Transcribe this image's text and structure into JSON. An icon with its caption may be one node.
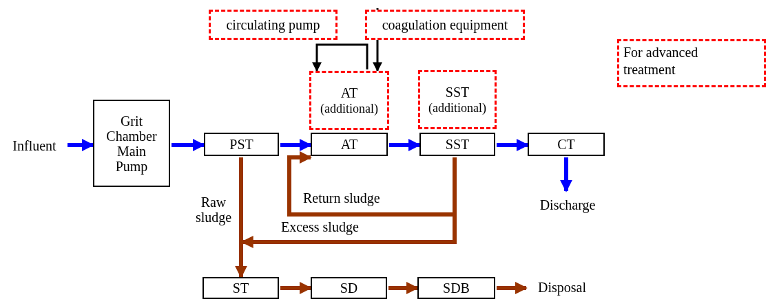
{
  "diagram": {
    "nodes": [
      {
        "text": [
          "Influent"
        ]
      },
      {
        "text": [
          "Grit Chamber Main Pump"
        ]
      },
      {
        "text": [
          "PST"
        ]
      },
      {
        "text": [
          "AT"
        ]
      },
      {
        "text": [
          "SST"
        ]
      },
      {
        "text": [
          "CT"
        ]
      },
      {
        "text": [
          "Discharge"
        ]
      },
      {
        "text": [
          "circulating pump"
        ]
      },
      {
        "text": [
          "coagulation equipment"
        ]
      },
      {
        "text": [
          "AT",
          "(additional)"
        ]
      },
      {
        "text": [
          "SST",
          "(additional)"
        ]
      },
      {
        "text": [
          "ST"
        ]
      },
      {
        "text": [
          "SD"
        ]
      },
      {
        "text": [
          "SDB"
        ]
      },
      {
        "text": [
          "Disposal"
        ]
      }
    ],
    "edges": [
      {
        "from": 0,
        "to": 1,
        "arrow": "to",
        "color": "#0000ff"
      },
      {
        "from": 1,
        "to": 2,
        "arrow": "to",
        "color": "#0000ff"
      },
      {
        "from": 2,
        "to": 3,
        "arrow": "to",
        "color": "#0000ff"
      },
      {
        "from": 3,
        "to": 4,
        "arrow": "to",
        "color": "#0000ff"
      },
      {
        "from": 4,
        "to": 5,
        "arrow": "to",
        "color": "#0000ff"
      },
      {
        "from": 5,
        "to": 6,
        "arrow": "to",
        "color": "#0000ff"
      },
      {
        "from": 9,
        "to": 9,
        "arrow": "to",
        "color": "#000000"
      },
      {
        "from": 8,
        "to": 9,
        "arrow": "to",
        "color": "#000000"
      },
      {
        "from": 4,
        "to": 3,
        "arrow": "to",
        "label": "Return sludge",
        "color": "#993300"
      },
      {
        "from": 4,
        "to": 11,
        "arrow": "to",
        "label": "Excess sludge",
        "color": "#993300"
      },
      {
        "from": 2,
        "to": 11,
        "arrow": "to",
        "label": "Raw sludge",
        "color": "#993300"
      },
      {
        "from": 11,
        "to": 12,
        "arrow": "to",
        "color": "#993300"
      },
      {
        "from": 12,
        "to": 13,
        "arrow": "to",
        "color": "#993300"
      },
      {
        "from": 13,
        "to": 14,
        "arrow": "to",
        "color": "#993300"
      }
    ],
    "legend": [
      {
        "text": "For advanced treatment"
      }
    ]
  }
}
